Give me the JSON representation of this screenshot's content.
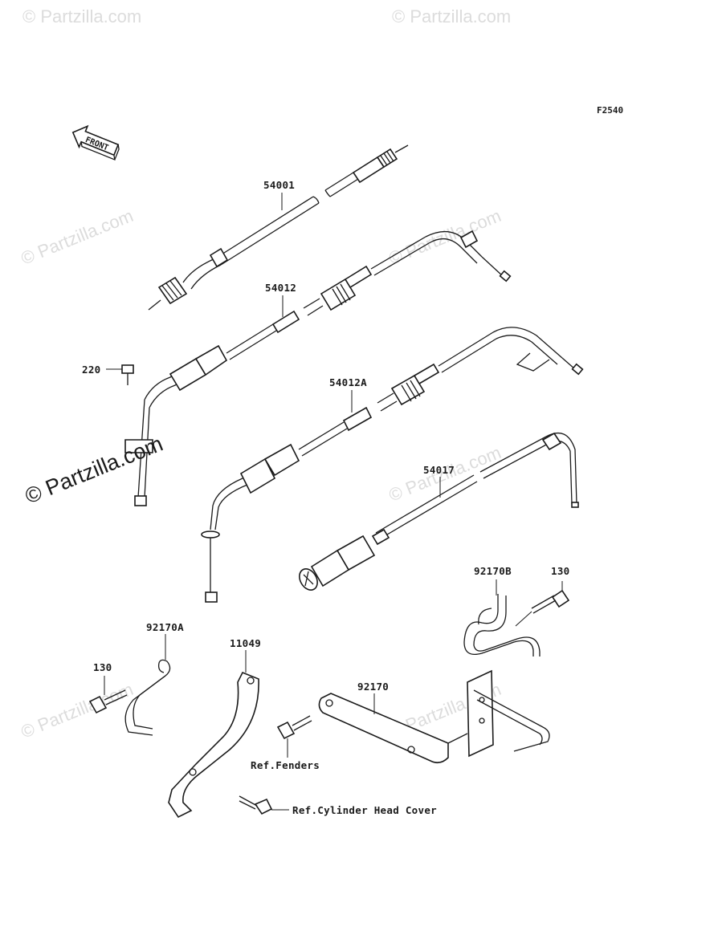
{
  "diagram_code": "F2540",
  "front_arrow_label": "FRONT",
  "watermark_text": "© Partzilla.com",
  "parts": {
    "p54001": "54001",
    "p54012": "54012",
    "p220": "220",
    "p54012A": "54012A",
    "p54017": "54017",
    "p92170B": "92170B",
    "p130_right": "130",
    "p92170A": "92170A",
    "p130_left": "130",
    "p11049": "11049",
    "p92170": "92170"
  },
  "references": {
    "fenders": "Ref.Fenders",
    "cylinder_head_cover": "Ref.Cylinder Head Cover"
  },
  "colors": {
    "ink": "#1a1a1a",
    "watermark": "#dcdcdc",
    "background": "#ffffff"
  }
}
